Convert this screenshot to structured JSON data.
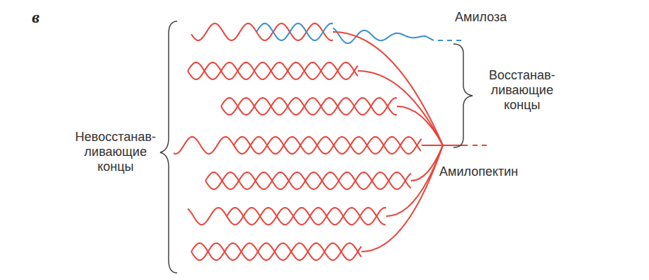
{
  "diagram": {
    "labels": [
      "в",
      "Амилоза",
      "Восстанав- ливающие концы",
      "Невосстанав- ливающие концы",
      "Амилопектин"
    ]
  }
}
